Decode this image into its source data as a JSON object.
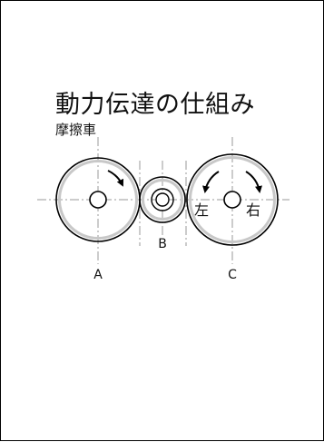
{
  "title": "動力伝達の仕組み",
  "subtitle": "摩擦車",
  "wheels": [
    {
      "label": "A"
    },
    {
      "label": "B"
    },
    {
      "label": "C",
      "left_label": "左",
      "right_label": "右"
    }
  ],
  "colors": {
    "stroke": "#000000",
    "rim_gray": "#c8c8c8",
    "center_line": "#9a9a9a"
  }
}
